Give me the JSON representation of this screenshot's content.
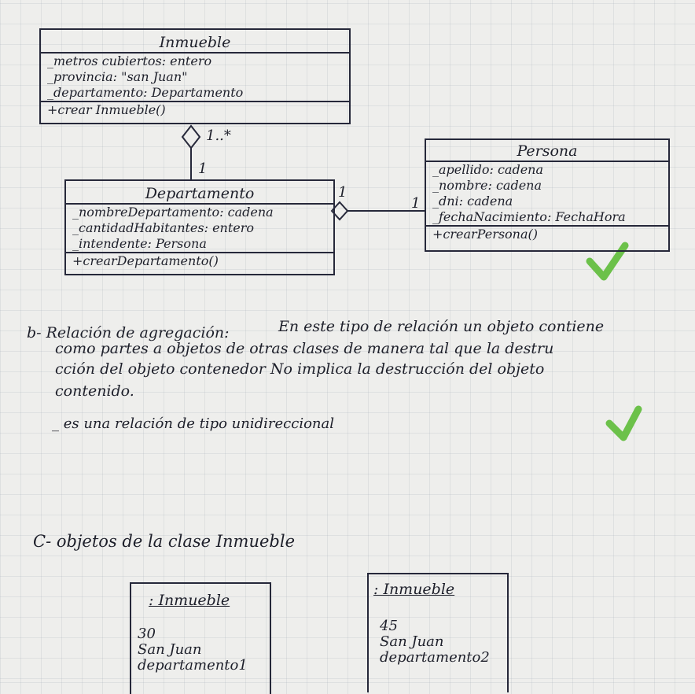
{
  "uml": {
    "inmueble": {
      "name": "Inmueble",
      "attributes": [
        "_metros cubiertos: entero",
        "_provincia: \"san Juan\"",
        "_departamento: Departamento"
      ],
      "method": "+crear Inmueble()"
    },
    "departamento": {
      "name": "Departamento",
      "attributes": [
        "_nombreDepartamento: cadena",
        "_cantidadHabitantes: entero",
        "_intendente: Persona"
      ],
      "method": "+crearDepartamento()"
    },
    "persona": {
      "name": "Persona",
      "attributes": [
        "_apellido: cadena",
        "_nombre: cadena",
        "_dni: cadena",
        "_fechaNacimiento: FechaHora"
      ],
      "method": "+crearPersona()"
    },
    "multiplicities": {
      "inmueble_side": "1..*",
      "departamento_top": "1",
      "departamento_right": "1",
      "persona_left": "1"
    }
  },
  "answer_b": {
    "heading": "b- Relación de agregación:",
    "line1": "En este tipo de relación un objeto contiene",
    "line2": "como partes a objetos de otras clases de manera tal que la destru",
    "line3": "cción del objeto contenedor No implica la destrucción del objeto",
    "line4": "contenido.",
    "bullet": "_ es una relación de tipo unidireccional"
  },
  "answer_c": {
    "heading": "C- objetos de la clase Inmueble",
    "object1": {
      "title": ": Inmueble",
      "v1": "30",
      "v2": "San Juan",
      "v3": "departamento1"
    },
    "object2": {
      "title": ": Inmueble",
      "v1": "45",
      "v2": "San Juan",
      "v3": "departamento2"
    }
  },
  "colors": {
    "ink": "#1d1f2a",
    "check": "#6cc14a",
    "paper": "#eeeeec",
    "grid": "#9aa0af"
  }
}
